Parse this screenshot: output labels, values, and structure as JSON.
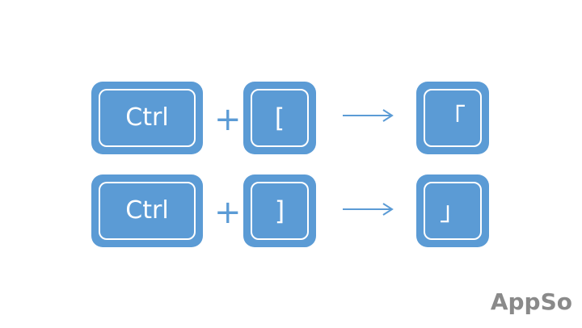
{
  "rows": [
    {
      "modifier": "Ctrl",
      "plus": "+",
      "key": "[",
      "result": "「"
    },
    {
      "modifier": "Ctrl",
      "plus": "+",
      "key": "]",
      "result": "」"
    }
  ],
  "watermark": "AppSo",
  "colors": {
    "key_fill": "#5b9bd5",
    "key_text": "#ffffff",
    "watermark": "#8a8a8a"
  }
}
